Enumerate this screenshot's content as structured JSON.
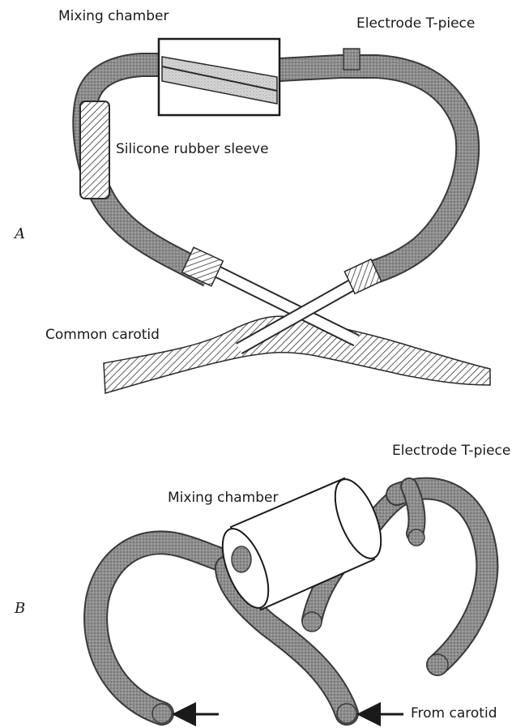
{
  "panel_a": {
    "letter": "A",
    "labels": {
      "mixing_chamber": "Mixing chamber",
      "electrode_tpiece": "Electrode T-piece",
      "silicone_sleeve": "Silicone rubber sleeve",
      "common_carotid": "Common carotid"
    }
  },
  "panel_b": {
    "letter": "B",
    "labels": {
      "mixing_chamber": "Mixing chamber",
      "electrode_tpiece": "Electrode T-piece",
      "from_carotid": "From carotid"
    }
  },
  "colors": {
    "tube_fill": "#8a8a8a",
    "tube_outline": "#3a3a3a",
    "hatch": "#333333",
    "ink": "#1a1a1a"
  }
}
